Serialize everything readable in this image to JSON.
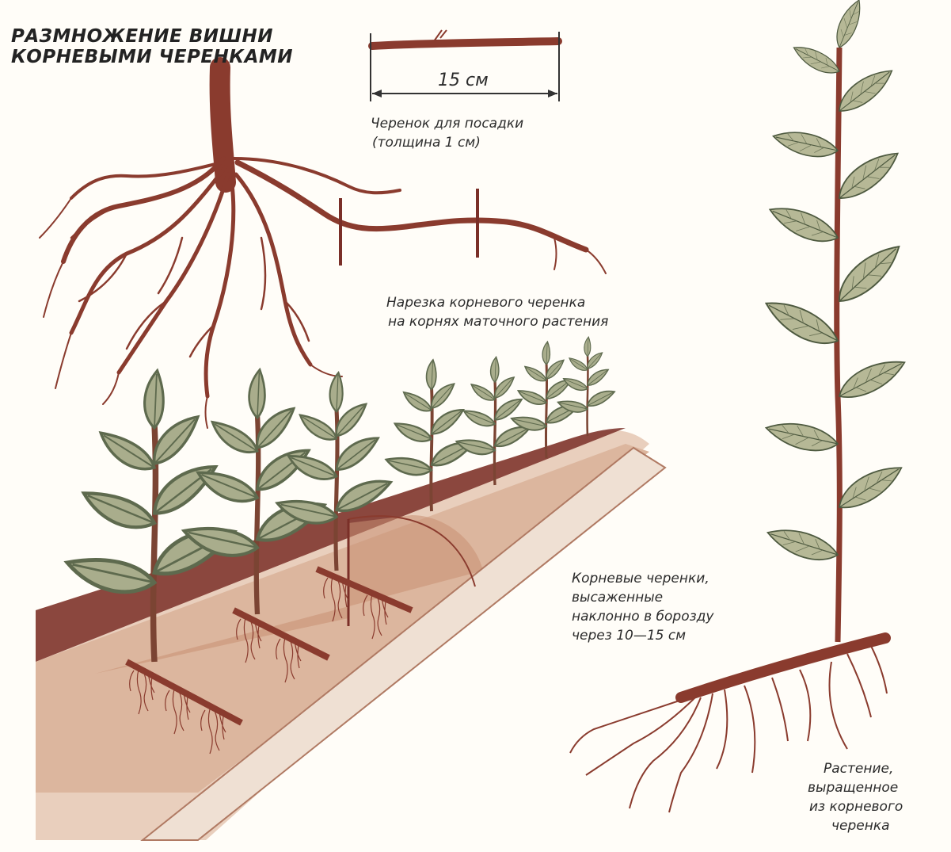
{
  "title": {
    "line1": "РАЗМНОЖЕНИЕ ВИШНИ",
    "line2": "КОРНЕВЫМИ ЧЕРЕНКАМИ"
  },
  "cutting": {
    "measure": "15 см",
    "caption_line1": "Черенок для посадки",
    "caption_line2": "(толщина 1 см)"
  },
  "mother_roots": {
    "caption_line1": "Нарезка корневого черенка",
    "caption_line2": "на корнях маточного растения"
  },
  "furrow": {
    "caption_line1": "Корневые черенки,",
    "caption_line2": "высаженные",
    "caption_line3": "наклонно в борозду",
    "caption_line4": "через 10—15 см"
  },
  "grown_plant": {
    "caption_line1": "Растение,",
    "caption_line2": "выращенное",
    "caption_line3": "из корневого",
    "caption_line4": "черенка"
  },
  "colors": {
    "root": "#8a3b2e",
    "soil": "#c98f73",
    "soil_dark": "#7a2f28",
    "leaf": "#a9ad8c",
    "leaf_dark": "#5e6a4e",
    "text": "#2b2b2b"
  }
}
